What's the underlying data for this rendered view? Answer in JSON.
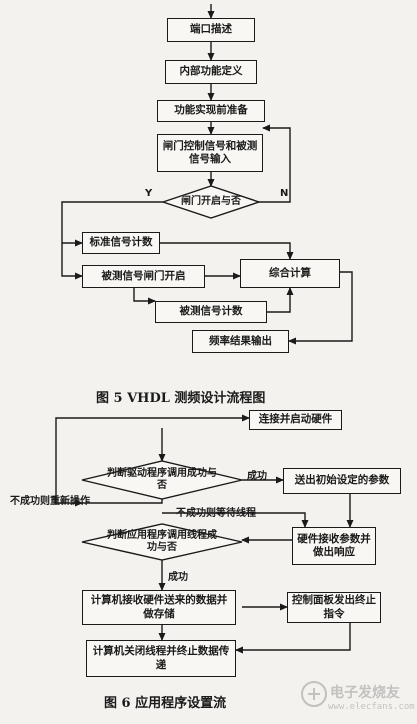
{
  "figure5": {
    "nodes": {
      "port_desc": "端口描述",
      "internal_def": "内部功能定义",
      "prep": "功能实现前准备",
      "gate_input": "闸门控制信号和被测信号输入",
      "gate_decision": "闸门开启与否",
      "std_count": "标准信号计数",
      "gate_open": "被测信号闸门开启",
      "calc": "综合计算",
      "meas_count": "被测信号计数",
      "freq_out": "频率结果输出"
    },
    "labels": {
      "yes": "Y",
      "no": "N"
    },
    "caption": "图 5   VHDL 测频设计流程图"
  },
  "figure6": {
    "nodes": {
      "connect": "连接并启动硬件",
      "driver_check": "判断驱动程序调用成功与否",
      "send_params": "送出初始设定的参数",
      "app_check": "判断应用程序调用线程成功与否",
      "hw_receive": "硬件接收参数并做出响应",
      "pc_receive": "计算机接收硬件送来的数据并做存储",
      "panel_stop": "控制面板发出终止指令",
      "pc_close": "计算机关闭线程并终止数据传递"
    },
    "labels": {
      "success1": "成功",
      "fail_retry": "不成功则重新操作",
      "fail_wait": "不成功则等待线程",
      "success2": "成功"
    },
    "caption": "图 6   应用程序设置流"
  },
  "watermark": {
    "brand": "电子发烧友",
    "url": "www.elecfans.com"
  }
}
